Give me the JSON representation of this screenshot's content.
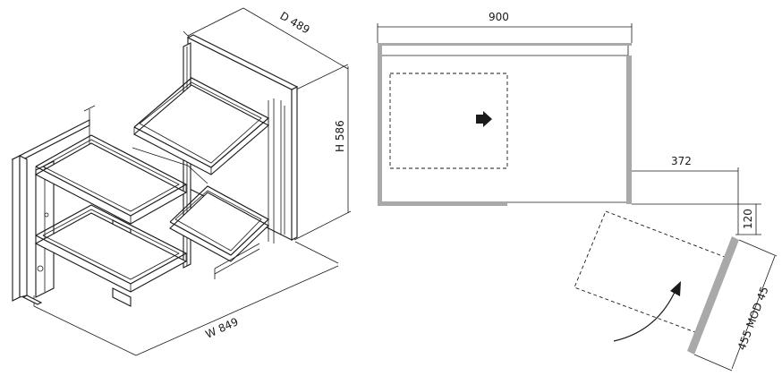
{
  "iso_dimensions": {
    "depth": "D 489",
    "height": "H 586",
    "width": "W 849"
  },
  "plan_dimensions": {
    "width": "900",
    "opening": "372",
    "offset": "120",
    "door": "455 MOD 45"
  },
  "colors": {
    "line": "#1a1a1a",
    "panel_gray": "#a9a9a9"
  }
}
